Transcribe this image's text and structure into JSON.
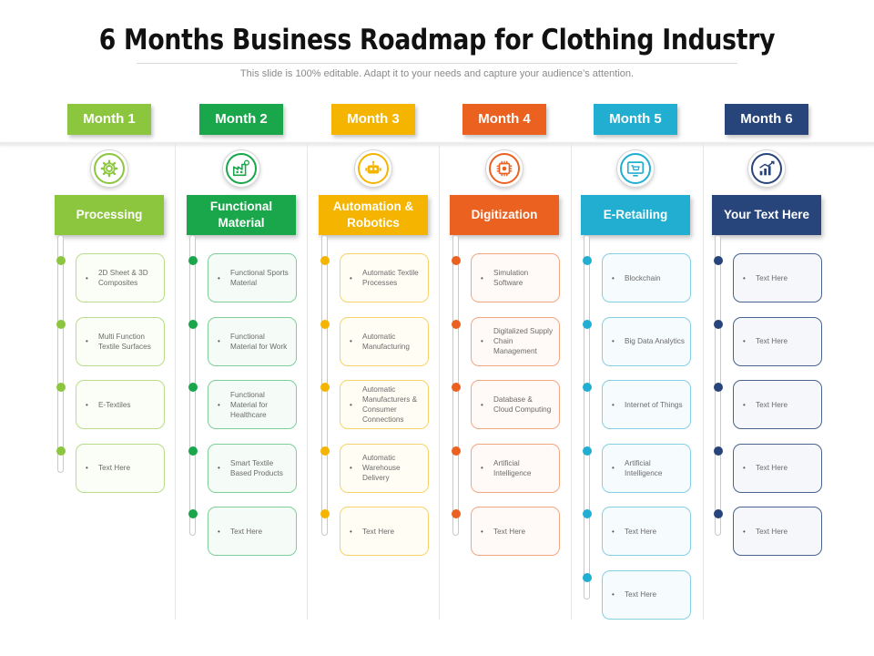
{
  "title": "6 Months Business Roadmap for Clothing Industry",
  "subtitle": "This slide is 100% editable. Adapt it to your needs and capture your audience’s attention.",
  "columns": [
    {
      "month": "Month 1",
      "heading": "Processing",
      "icon": "gear-icon",
      "color": "#8cc63f",
      "cardBorder": "#b9dd8a",
      "cardBg": "#fbfef6",
      "items": [
        "2D Sheet & 3D Composites",
        "Multi Function Textile Surfaces",
        "E-Textiles",
        "Text Here"
      ]
    },
    {
      "month": "Month 2",
      "heading": "Functional Material",
      "icon": "factory-icon",
      "color": "#1aa64a",
      "cardBorder": "#7fcf99",
      "cardBg": "#f5fbf7",
      "items": [
        "Functional Sports Material",
        "Functional Material for Work",
        "Functional Material for Healthcare",
        "Smart Textile Based Products",
        "Text Here"
      ]
    },
    {
      "month": "Month 3",
      "heading": "Automation & Robotics",
      "icon": "robot-icon",
      "color": "#f5b400",
      "cardBorder": "#f6d36a",
      "cardBg": "#fffdf4",
      "items": [
        "Automatic Textile Processes",
        "Automatic Manufacturing",
        "Automatic Manufacturers & Consumer Connections",
        "Automatic Warehouse Delivery",
        "Text Here"
      ]
    },
    {
      "month": "Month 4",
      "heading": "Digitization",
      "icon": "chip-icon",
      "color": "#ea6120",
      "cardBorder": "#f2a77f",
      "cardBg": "#fffaf7",
      "items": [
        "Simulation Software",
        "Digitalized Supply Chain Management",
        "Database & Cloud Computing",
        "Artificial Intelligence",
        "Text Here"
      ]
    },
    {
      "month": "Month 5",
      "heading": "E-Retailing",
      "icon": "cart-screen-icon",
      "color": "#22aed1",
      "cardBorder": "#86d0e3",
      "cardBg": "#f6fbfd",
      "items": [
        "Blockchain",
        "Big Data Analytics",
        "Internet of Things",
        "Artificial Intelligence",
        "Text Here",
        "Text Here"
      ]
    },
    {
      "month": "Month 6",
      "heading": "Your Text Here",
      "icon": "bar-chart-icon",
      "color": "#27457a",
      "cardBorder": "#4a638f",
      "cardBg": "#f6f7fa",
      "items": [
        "Text Here",
        "Text Here",
        "Text Here",
        "Text Here",
        "Text Here"
      ]
    }
  ]
}
